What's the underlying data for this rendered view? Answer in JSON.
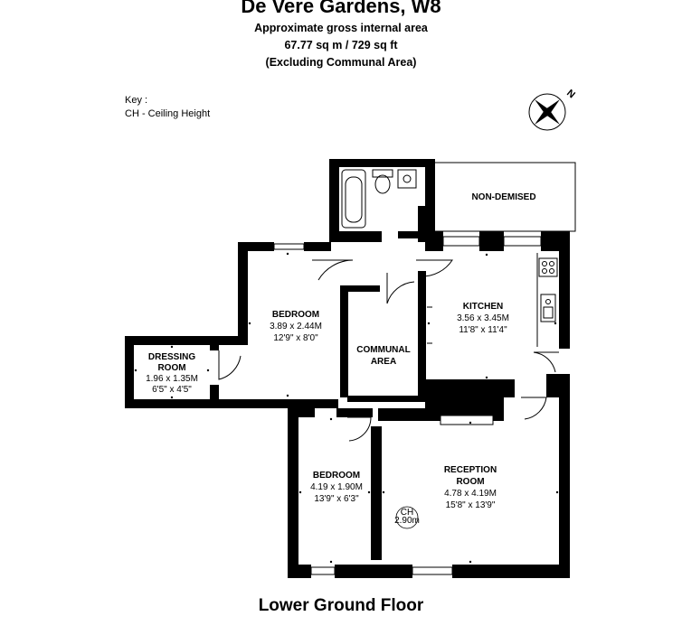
{
  "header": {
    "title": "De Vere Gardens, W8",
    "subtitle_1": "Approximate gross internal area",
    "subtitle_2": "67.77 sq m / 729 sq ft",
    "subtitle_3": "(Excluding Communal Area)"
  },
  "key": {
    "title": "Key :",
    "entry": "CH - Ceiling Height"
  },
  "compass": {
    "north_label": "N"
  },
  "rooms": {
    "non_demised": {
      "name": "NON-DEMISED"
    },
    "kitchen": {
      "name": "KITCHEN",
      "metric": "3.56 x 3.45M",
      "imperial": "11'8\" x 11'4\""
    },
    "bedroom1": {
      "name": "BEDROOM",
      "metric": "3.89 x 2.44M",
      "imperial": "12'9\" x 8'0\""
    },
    "communal": {
      "name_1": "COMMUNAL",
      "name_2": "AREA"
    },
    "dressing": {
      "name_1": "DRESSING",
      "name_2": "ROOM",
      "metric": "1.96 x 1.35M",
      "imperial": "6'5\" x 4'5\""
    },
    "bedroom2": {
      "name": "BEDROOM",
      "metric": "4.19 x 1.90M",
      "imperial": "13'9\" x 6'3\""
    },
    "reception": {
      "name_1": "RECEPTION",
      "name_2": "ROOM",
      "metric": "4.78 x 4.19M",
      "imperial": "15'8\" x 13'9\""
    }
  },
  "ceiling": {
    "label": "CH",
    "value": "2.90m"
  },
  "footer": {
    "floor_name": "Lower Ground Floor"
  }
}
